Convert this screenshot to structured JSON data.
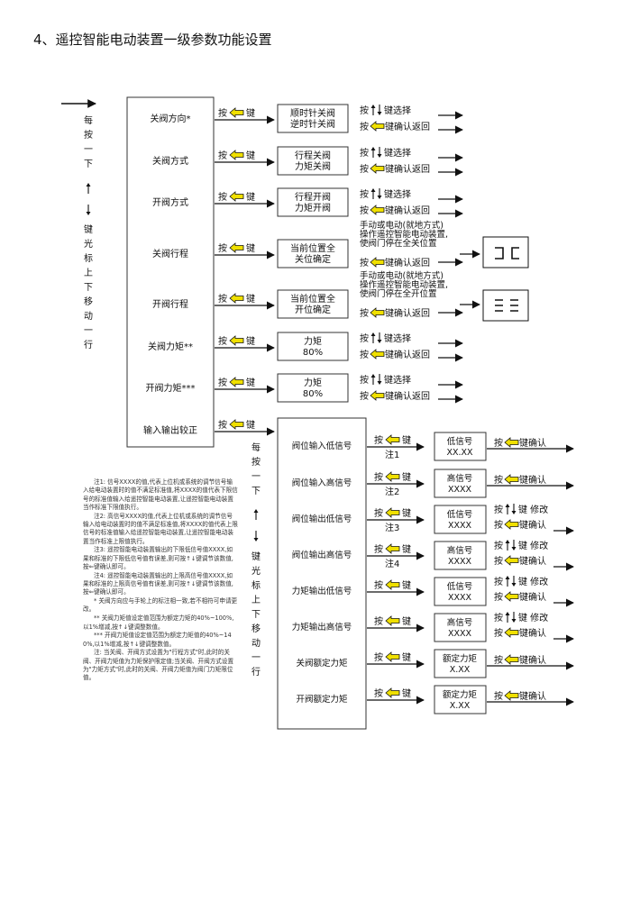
{
  "title": "4、遥控智能电动装置一级参数功能设置",
  "colors": {
    "line": "#111111",
    "arrow_fill": "#f0e000"
  },
  "left_caption": {
    "lines_before": [
      "每",
      "按",
      "一",
      "下"
    ],
    "lines_after": [
      "键",
      "光",
      "标",
      "上",
      "下",
      "移",
      "动",
      "一",
      "行"
    ]
  },
  "level1": {
    "items": [
      "关阀方向*",
      "关阀方式",
      "开阀方式",
      "关阀行程",
      "开阀行程",
      "关阀力矩**",
      "开阀力矩***",
      "输入输出较正"
    ],
    "key_label": "按",
    "key_suffix": "键"
  },
  "level2": [
    {
      "lines": [
        "顺时针关阀",
        "逆时针关阀"
      ],
      "ops": [
        {
          "text": "键选择",
          "arrows": "updown"
        },
        {
          "text": "键确认返回",
          "arrows": "left"
        }
      ]
    },
    {
      "lines": [
        "行程关阀",
        "力矩关阀"
      ],
      "ops": [
        {
          "text": "键选择",
          "arrows": "updown"
        },
        {
          "text": "键确认返回",
          "arrows": "left"
        }
      ]
    },
    {
      "lines": [
        "行程开阀",
        "力矩开阀"
      ],
      "ops": [
        {
          "text": "键选择",
          "arrows": "updown"
        },
        {
          "text": "键确认返回",
          "arrows": "left"
        }
      ]
    },
    {
      "lines": [
        "当前位置全",
        "关位确定"
      ],
      "desc": [
        "手动或电动(就地方式)",
        "操作遥控智能电动装置,",
        "使阀门停在全关位置"
      ],
      "ops": [
        {
          "text": "键确认返回",
          "arrows": "left"
        }
      ]
    },
    {
      "lines": [
        "当前位置全",
        "开位确定"
      ],
      "desc": [
        "手动或电动(就地方式)",
        "操作遥控智能电动装置,",
        "使阀门停在全开位置"
      ],
      "ops": [
        {
          "text": "键确认返回",
          "arrows": "left"
        }
      ]
    },
    {
      "lines": [
        "力矩",
        "80%"
      ],
      "ops": [
        {
          "text": "键选择",
          "arrows": "updown"
        },
        {
          "text": "键确认返回",
          "arrows": "left"
        }
      ]
    },
    {
      "lines": [
        "力矩",
        "80%"
      ],
      "ops": [
        {
          "text": "键选择",
          "arrows": "updown"
        },
        {
          "text": "键确认返回",
          "arrows": "left"
        }
      ]
    }
  ],
  "right_caption": {
    "lines_before": [
      "每",
      "按",
      "一",
      "下"
    ],
    "lines_after": [
      "键",
      "光",
      "标",
      "上",
      "下",
      "移",
      "动",
      "一",
      "行"
    ]
  },
  "calibration": {
    "items": [
      "阀位输入低信号",
      "阀位输入高信号",
      "阀位输出低信号",
      "阀位输出高信号",
      "力矩输出低信号",
      "力矩输出高信号",
      "关阀额定力矩",
      "开阀额定力矩"
    ],
    "notes": [
      "注1",
      "注2",
      "注3",
      "注4",
      "",
      "",
      "",
      ""
    ],
    "values": [
      {
        "lines": [
          "低信号",
          "XX.XX"
        ],
        "ops": [
          {
            "text": "键确认",
            "arrows": "left"
          }
        ]
      },
      {
        "lines": [
          "高信号",
          "XXXX"
        ],
        "ops": [
          {
            "text": "键确认",
            "arrows": "left"
          }
        ]
      },
      {
        "lines": [
          "低信号",
          "XXXX"
        ],
        "ops": [
          {
            "text": "键 修改",
            "arrows": "updown"
          },
          {
            "text": "键确认",
            "arrows": "left"
          }
        ]
      },
      {
        "lines": [
          "高信号",
          "XXXX"
        ],
        "ops": [
          {
            "text": "键 修改",
            "arrows": "updown"
          },
          {
            "text": "键确认",
            "arrows": "left"
          }
        ]
      },
      {
        "lines": [
          "低信号",
          "XXXX"
        ],
        "ops": [
          {
            "text": "键 修改",
            "arrows": "updown"
          },
          {
            "text": "键确认",
            "arrows": "left"
          }
        ]
      },
      {
        "lines": [
          "高信号",
          "XXXX"
        ],
        "ops": [
          {
            "text": "键 修改",
            "arrows": "updown"
          },
          {
            "text": "键确认",
            "arrows": "left"
          }
        ]
      },
      {
        "lines": [
          "额定力矩",
          "X.XX"
        ],
        "ops": [
          {
            "text": "键确认",
            "arrows": "left"
          }
        ]
      },
      {
        "lines": [
          "额定力矩",
          "X.XX"
        ],
        "ops": [
          {
            "text": "键确认",
            "arrows": "left"
          }
        ]
      }
    ]
  },
  "notes": [
    "注1: 信号XXXX的值,代表上位机或系统的调节信号输入给电动装置时的值不满足标准值,将XXXX的值代表下限信号的标准值输入给遥控智能电动装置,让遥控智能电动装置当作标准下限值执行。",
    "注2: 高信号XXXX的值,代表上位机或系统的调节信号输入给电动装置时的值不满足标准值,将XXXX的值代表上限信号的标准值输入给遥控智能电动装置,让遥控智能电动装置当作标准上限值执行。",
    "注3: 遥控智能电动装置输出的下限低信号值XXXX,如果和标准的下限低信号值有误差,则可按↑↓键调节该数值,按⇐键确认即可。",
    "注4: 遥控智能电动装置输出的上限高信号值XXXX,如果和标准的上限高信号值有误差,则可按↑↓键调节该数值,按⇐键确认即可。",
    "* 关阀方向应与手轮上的标注相一致,若不相符可申请更改。",
    "** 关阀力矩值设定值范围为额定力矩的40%~100%,以1%增减,按↑↓键调整数值。",
    "*** 开阀力矩值设定值范围为额定力矩值的40%~140%,以1%增减,按↑↓键调整数值。",
    "注: 当关阀、开阀方式设置为\"行程方式\"时,此时的关阀、开阀力矩值为力矩保护限定值;当关阀、开阀方式设置为\"力矩方式\"时,此时的关阀、开阀力矩值为阀门力矩限位值。"
  ]
}
